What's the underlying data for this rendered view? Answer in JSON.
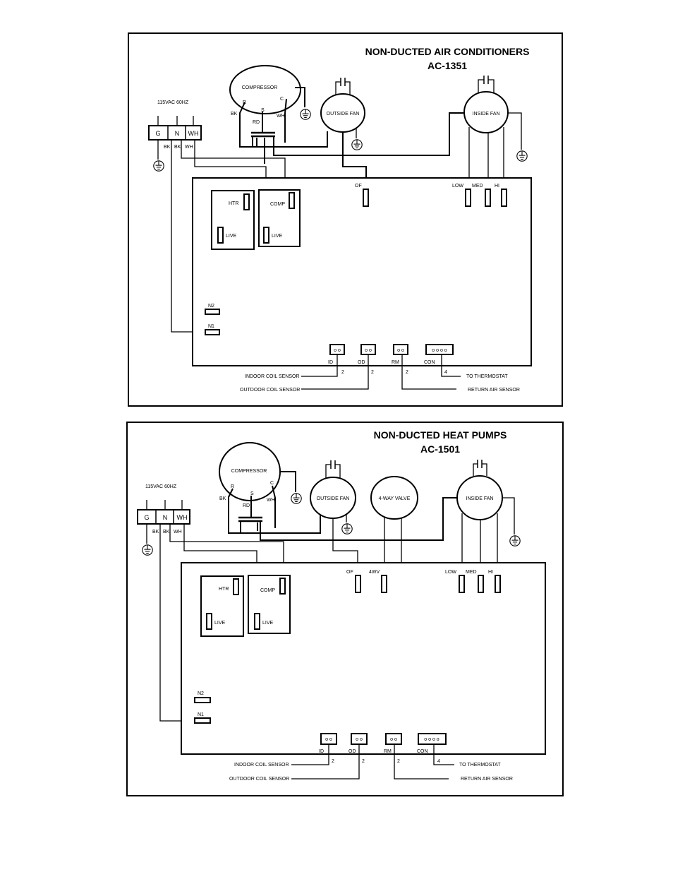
{
  "ac": {
    "title1": "NON-DUCTED AIR CONDITIONERS",
    "title2": "AC-1351",
    "compressor": "COMPRESSOR",
    "r": "R",
    "c": "C",
    "s": "S",
    "bk": "BK",
    "wh": "WH",
    "rd": "RD",
    "outside_fan": "OUTSIDE FAN",
    "inside_fan": "INSIDE FAN",
    "supply": "115VAC 60HZ",
    "g": "G",
    "n": "N",
    "whTerm": "WH",
    "bk1": "BK",
    "bk2": "BK",
    "wh2": "WH",
    "of": "OF",
    "low": "LOW",
    "med": "MED",
    "hi": "HI",
    "htr": "HTR",
    "comp": "COMP",
    "live1": "LIVE",
    "live2": "LIVE",
    "n2": "N2",
    "n1": "N1",
    "id": "ID",
    "od": "OD",
    "rm": "RM",
    "con": "CON",
    "d2a": "2",
    "d2b": "2",
    "d2c": "2",
    "d4": "4",
    "indoor": "INDOOR COIL SENSOR",
    "outdoor": "OUTDOOR COIL SENSOR",
    "thermo": "TO THERMOSTAT",
    "ret": "RETURN AIR SENSOR",
    "dots2": "o o",
    "dots4": "o o o o"
  },
  "hp": {
    "title1": "NON-DUCTED HEAT PUMPS",
    "title2": "AC-1501",
    "compressor": "COMPRESSOR",
    "r": "R",
    "c": "C",
    "s": "S",
    "bk": "BK",
    "wh": "WH",
    "rd": "RD",
    "outside_fan": "OUTSIDE FAN",
    "valve": "4-WAY VALVE",
    "inside_fan": "INSIDE FAN",
    "supply": "115VAC 60HZ",
    "g": "G",
    "n": "N",
    "whTerm": "WH",
    "bk1": "BK",
    "bk2": "BK",
    "wh2": "WH",
    "of": "OF",
    "fwv": "4WV",
    "low": "LOW",
    "med": "MED",
    "hi": "HI",
    "htr": "HTR",
    "comp": "COMP",
    "live1": "LIVE",
    "live2": "LIVE",
    "n2": "N2",
    "n1": "N1",
    "id": "ID",
    "od": "OD",
    "rm": "RM",
    "con": "CON",
    "d2a": "2",
    "d2b": "2",
    "d2c": "2",
    "d4": "4",
    "indoor": "INDOOR COIL SENSOR",
    "outdoor": "OUTDOOR COIL SENSOR",
    "thermo": "TO THERMOSTAT",
    "ret": "RETURN AIR SENSOR",
    "dots2": "o o",
    "dots4": "o o o o"
  }
}
